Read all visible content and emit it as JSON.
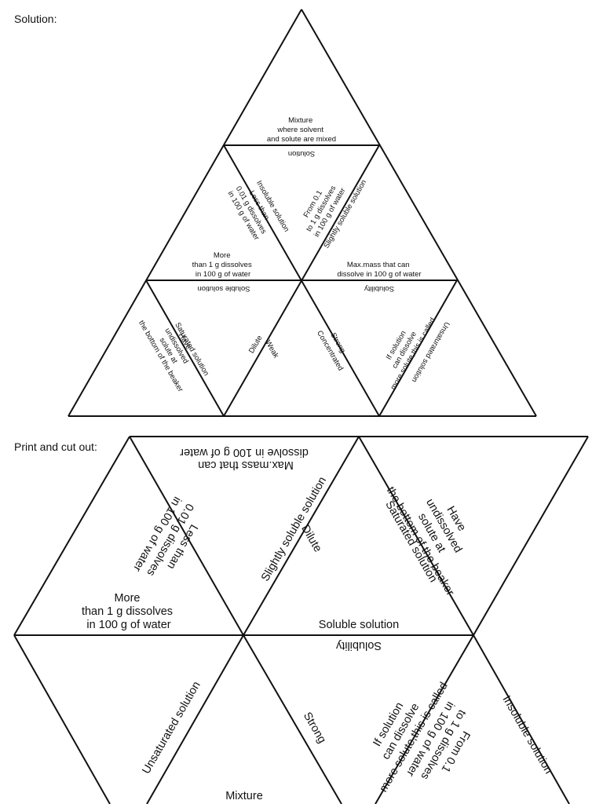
{
  "labels": {
    "solution": "Solution:",
    "print_cut": "Print and cut out:"
  },
  "solution": {
    "top_inner": [
      "Mixture",
      "where solvent",
      "and solute are mixed"
    ],
    "top_base_flip": "Solution",
    "mid_left_slant": "Insoluble solution",
    "mid_left_inner": [
      "Less than",
      "0.01 g dissolves",
      "in 100 g of water"
    ],
    "mid_left_bottom": [
      "More",
      "than 1 g dissolves",
      "in 100 g of water"
    ],
    "mid_center_inner": [
      "From 0.1",
      "to 1 g dissolves",
      "in 100 g of water"
    ],
    "mid_center_slant": "Slightly soluble solution",
    "mid_right_bottom": [
      "Max.mass that can",
      "dissolve in 100 g of water"
    ],
    "row3_left_flip": "Soluble solution",
    "row3_right_flip": "Solubility",
    "row3_left_slant": "Saturated solution",
    "row3_left_inner": [
      "Have",
      "undissolved",
      "solute at",
      "the bottom of the beaker"
    ],
    "row3_dilute": "Dilute",
    "row3_weak": "Weak",
    "row3_strong": "Strong",
    "row3_concentrated": "Concentrated",
    "row3_if_solution": [
      "If solution",
      "can dissolve",
      "more solute,this is called"
    ],
    "row3_unsaturated": "Unsaturated solution"
  },
  "cutout": {
    "top_flip": [
      "Max.mass that can",
      "dissolve in 100 g of water"
    ],
    "left_inner": [
      "Less than",
      "0.01 g dissolves",
      "in 100 g of water"
    ],
    "left_bottom": [
      "More",
      "than 1 g dissolves",
      "in 100 g of water"
    ],
    "slightly_soluble": "Slightly soluble solution",
    "dilute": "Dilute",
    "saturated": "Saturated solution",
    "have_undissolved": [
      "Have",
      "undissolved",
      "solute at",
      "the bottom of the beaker"
    ],
    "soluble_solution": "Soluble solution",
    "solubility_flip": "Solubility",
    "unsaturated": "Unsaturated solution",
    "strong": "Strong",
    "if_solution": [
      "If solution",
      "can dissolve",
      "more solute,this is called"
    ],
    "from_01": [
      "From 0.1",
      "to 1 g dissolves",
      "in 100 g of water"
    ],
    "insoluble": "Insoluble solution",
    "mixture": "Mixture"
  }
}
